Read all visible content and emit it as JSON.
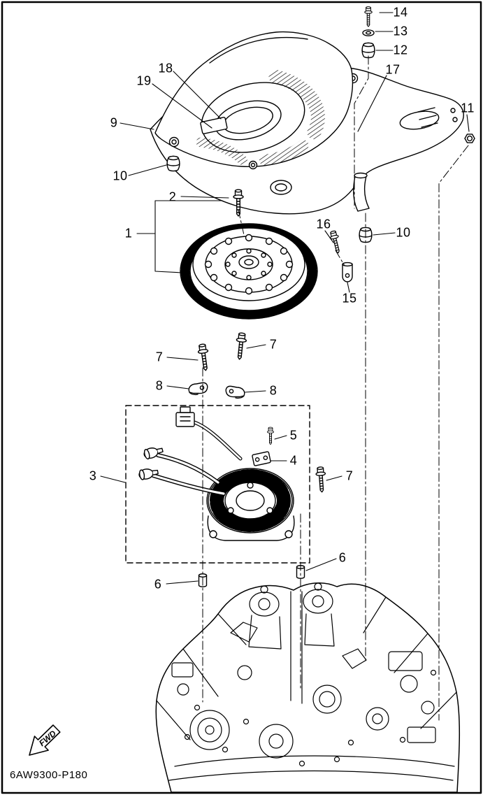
{
  "page": {
    "part_code": "6AW9300-P180",
    "fwd_label": "FWD",
    "line_color": "#000000",
    "background_color": "#ffffff"
  },
  "callouts": [
    {
      "label": "14"
    },
    {
      "label": "13"
    },
    {
      "label": "12"
    },
    {
      "label": "18"
    },
    {
      "label": "19"
    },
    {
      "label": "17"
    },
    {
      "label": "9"
    },
    {
      "label": "11"
    },
    {
      "label": "10"
    },
    {
      "label": "2"
    },
    {
      "label": "1"
    },
    {
      "label": "16"
    },
    {
      "label": "10"
    },
    {
      "label": "15"
    },
    {
      "label": "7"
    },
    {
      "label": "7"
    },
    {
      "label": "8"
    },
    {
      "label": "8"
    },
    {
      "label": "5"
    },
    {
      "label": "4"
    },
    {
      "label": "3"
    },
    {
      "label": "7"
    },
    {
      "label": "6"
    },
    {
      "label": "6"
    }
  ]
}
